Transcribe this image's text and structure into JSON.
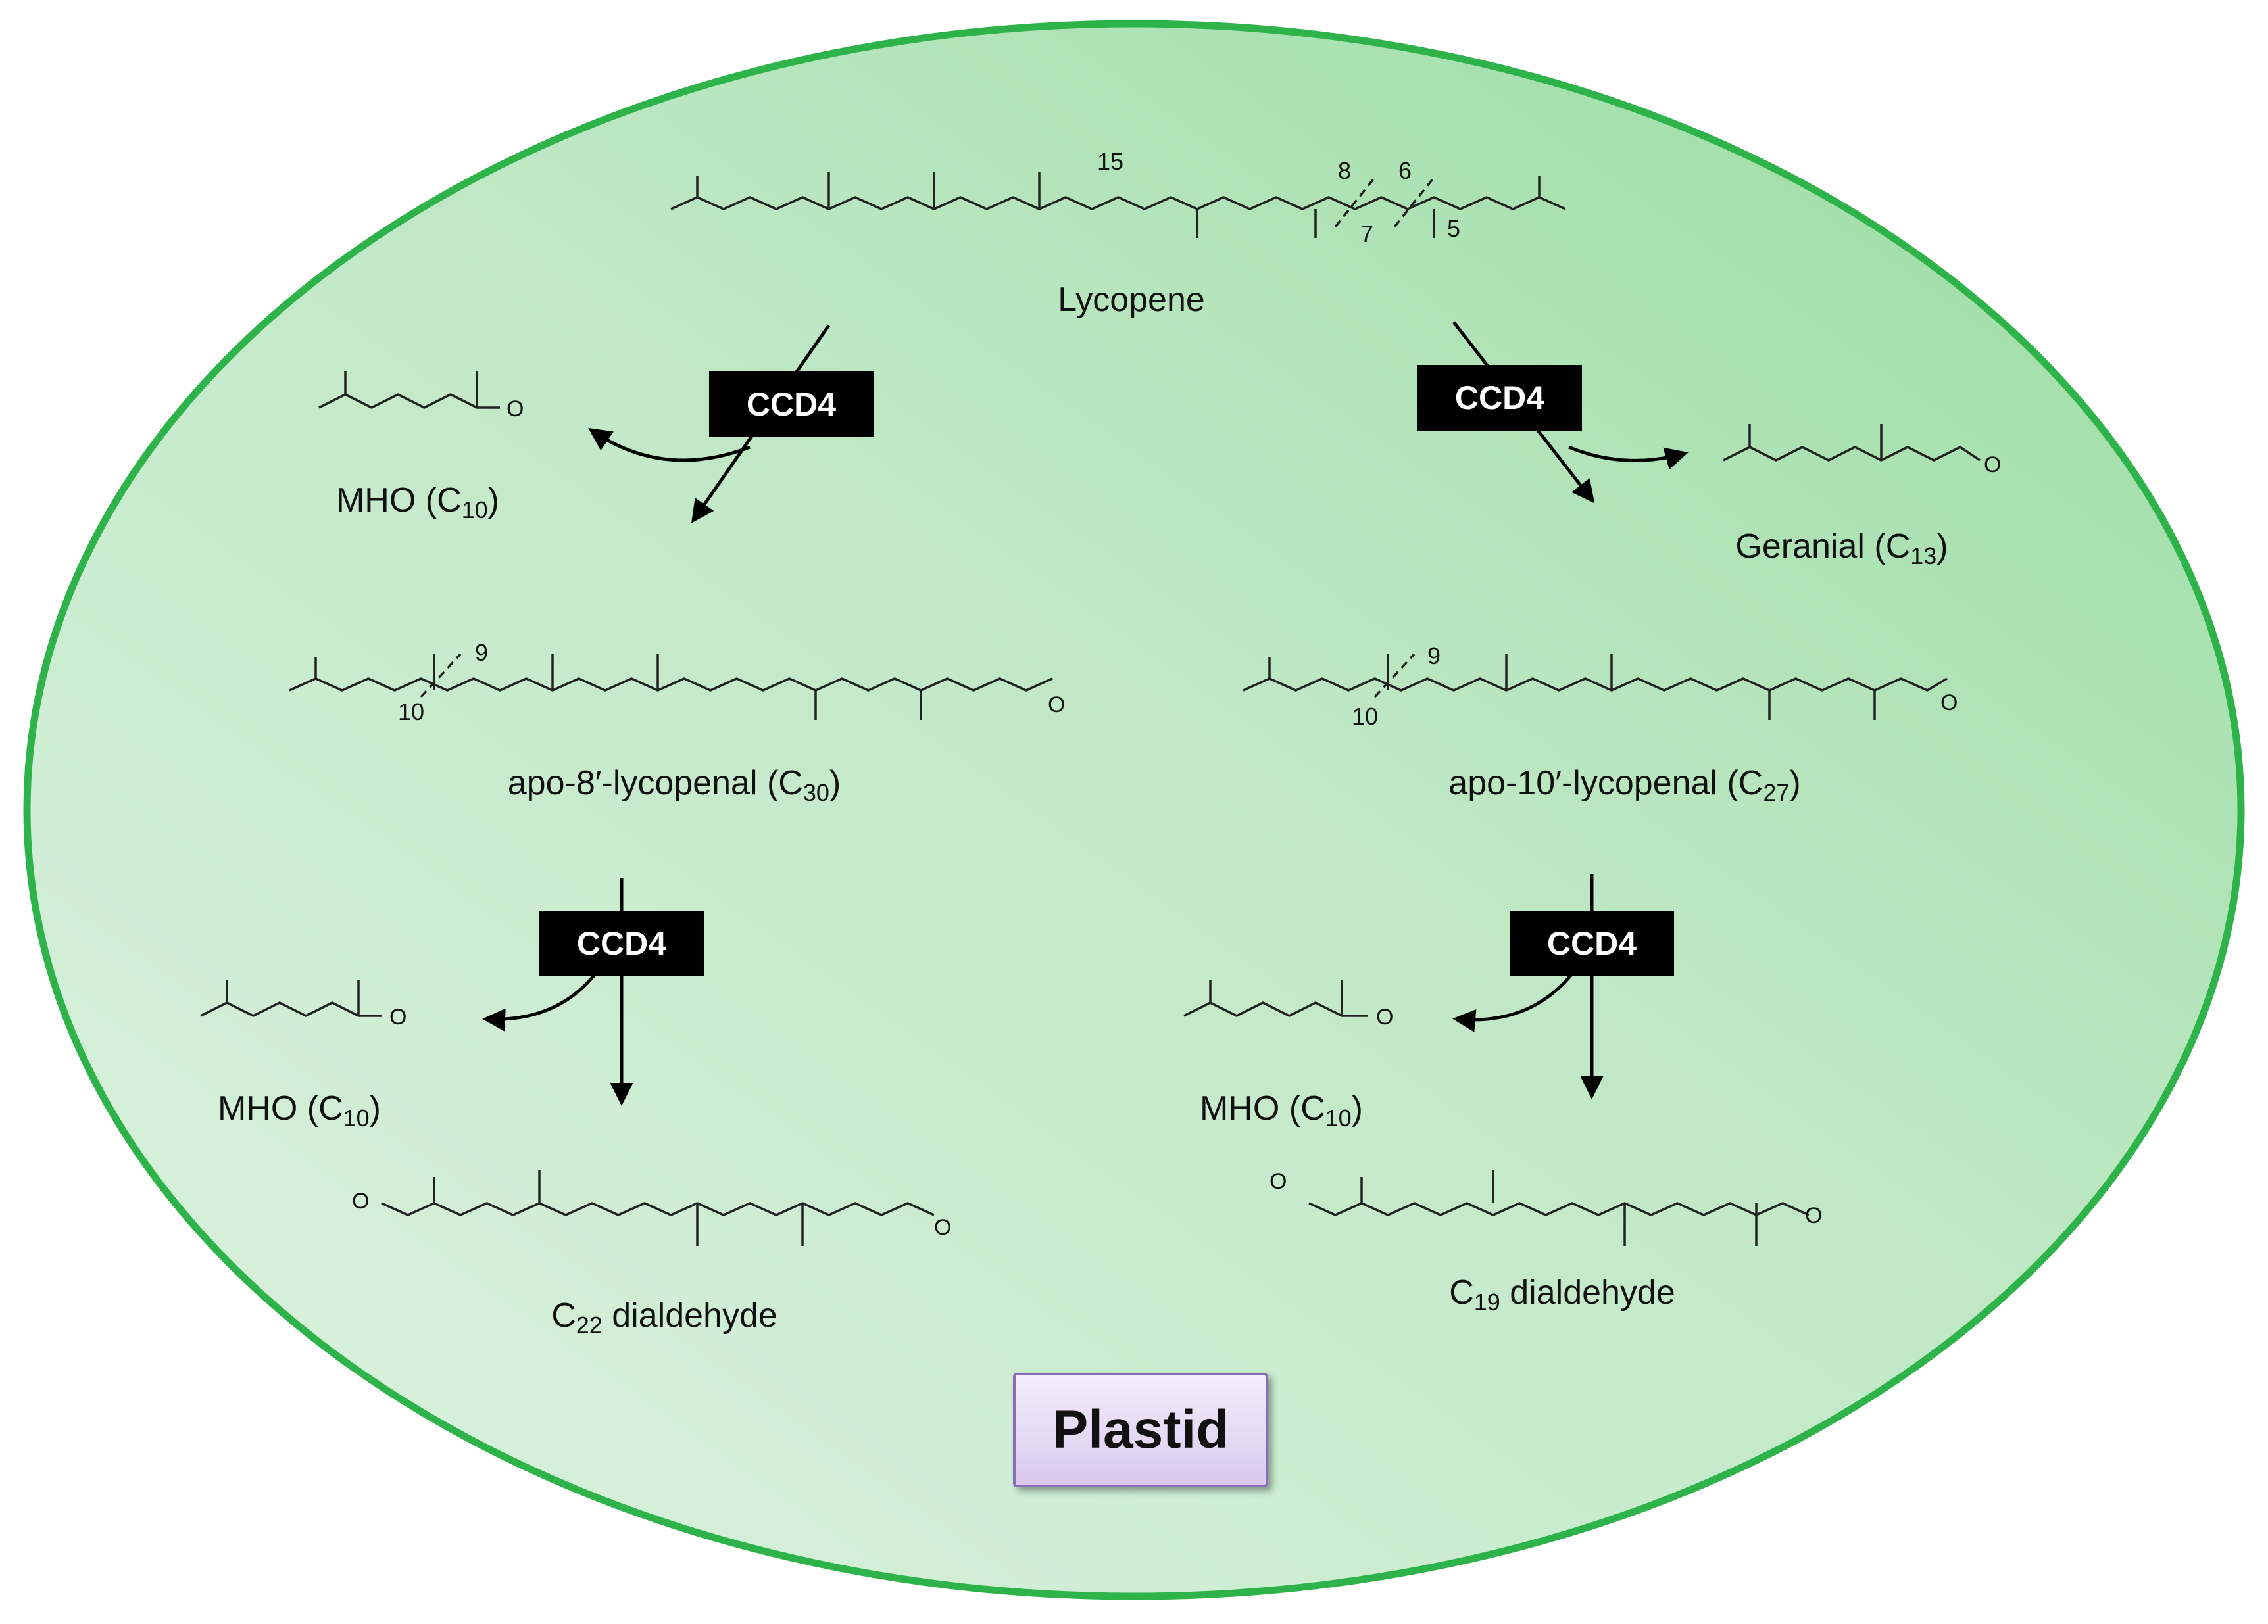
{
  "compounds": {
    "lycopene": "Lycopene",
    "mho_top": {
      "prefix": "MHO (C",
      "sub": "10",
      "suffix": ")"
    },
    "geranial": {
      "prefix": "Geranial (C",
      "sub": "13",
      "suffix": ")"
    },
    "apo8": {
      "prefix": "apo-8′-lycopenal (C",
      "sub": "30",
      "suffix": ")"
    },
    "apo10": {
      "prefix": "apo-10′-lycopenal (C",
      "sub": "27",
      "suffix": ")"
    },
    "mho_left": {
      "prefix": "MHO (C",
      "sub": "10",
      "suffix": ")"
    },
    "mho_right": {
      "prefix": "MHO (C",
      "sub": "10",
      "suffix": ")"
    },
    "c22": {
      "prefix": "C",
      "sub": "22",
      "suffix": " dialdehyde"
    },
    "c19": {
      "prefix": "C",
      "sub": "19",
      "suffix": " dialdehyde"
    }
  },
  "enzyme_label": "CCD4",
  "atom_numbers": {
    "n15": "15",
    "n8": "8",
    "n6": "6",
    "n7": "7",
    "n5": "5",
    "n9a": "9",
    "n10a": "10",
    "n9b": "9",
    "n10b": "10"
  },
  "oxygen": "O",
  "compartment": "Plastid",
  "colors": {
    "membrane": "#2db34a",
    "fill_light": "#d8f0dc",
    "fill_dark": "#a3dfa9",
    "enzyme_box": "#000000",
    "plastid_border": "#8a6bb8"
  }
}
